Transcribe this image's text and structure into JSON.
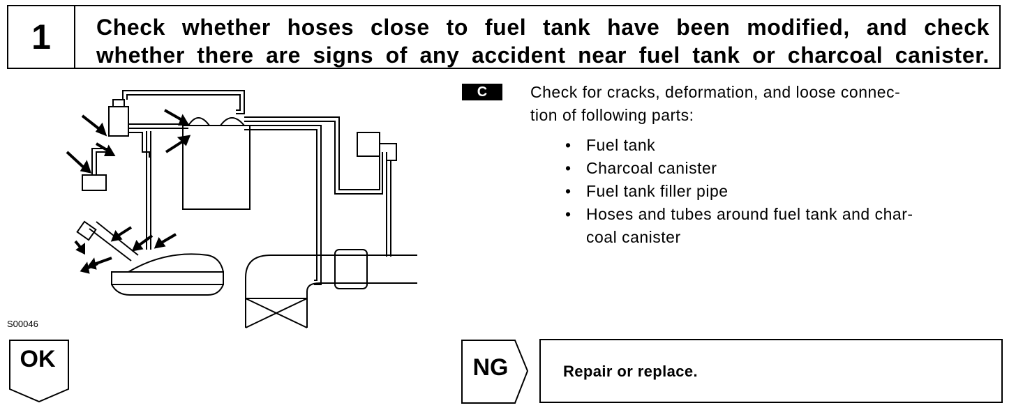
{
  "step": {
    "number": "1",
    "title_line1": "Check whether hoses close to fuel tank have been modified, and check",
    "title_line2": "whether there are signs of any accident near fuel tank or charcoal canister."
  },
  "figure": {
    "id": "S00046"
  },
  "check": {
    "badge": "C",
    "line1": "Check for cracks, deformation, and loose connec-",
    "line2": "tion of following parts:",
    "items": [
      "Fuel tank",
      "Charcoal canister",
      "Fuel tank filler pipe",
      "Hoses and tubes around fuel tank and char-"
    ],
    "item4_cont": "coal canister"
  },
  "result_ok": {
    "label": "OK"
  },
  "result_ng": {
    "label": "NG",
    "action": "Repair or replace."
  }
}
